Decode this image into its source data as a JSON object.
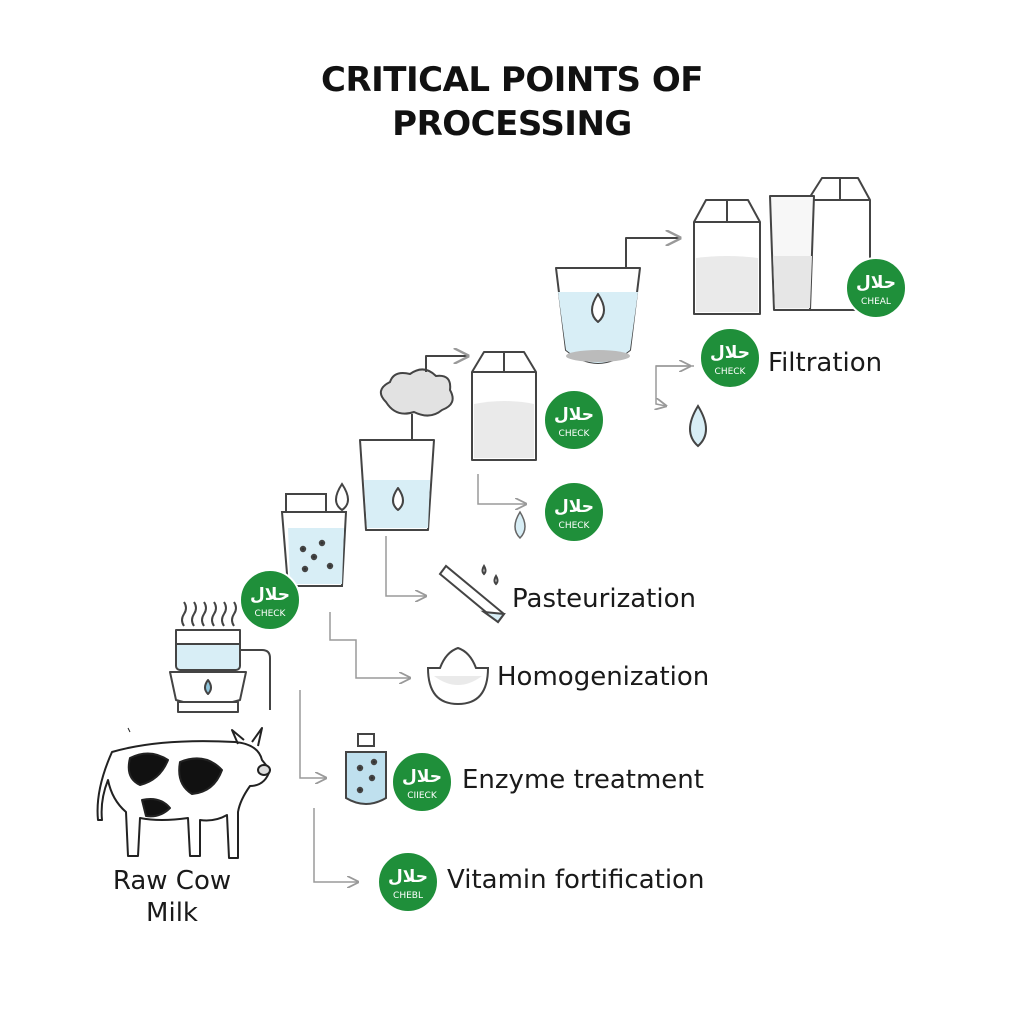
{
  "title": {
    "line1": "CRITICAL POINTS OF",
    "line2": "PROCESSING"
  },
  "labels": {
    "raw_line1": "Raw Cow",
    "raw_line2": "Milk",
    "filtration": "Filtration",
    "pasteurization": "Pasteurization",
    "homogenization": "Homogenization",
    "enzyme": "Enzyme treatment",
    "vitamin": "Vitamin fortification"
  },
  "badges": {
    "arabic": "حلال",
    "check": "CHECK",
    "cheal": "CHEAL",
    "cieeck": "CIIECK",
    "chebl": "CHEBL"
  },
  "colors": {
    "badge_green": "#1f8f3a",
    "liquid_blue": "#d8eef6",
    "stroke": "#444444",
    "arrow": "#9a9a9a"
  }
}
